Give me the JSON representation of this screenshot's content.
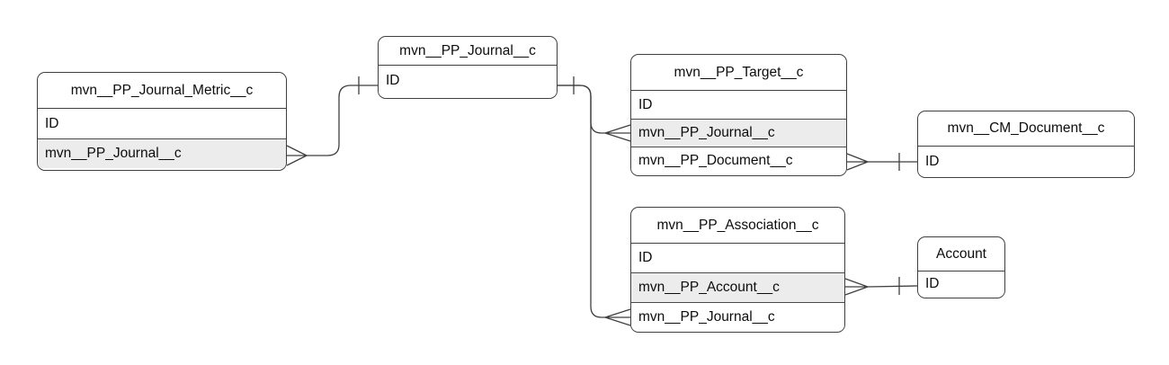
{
  "diagram": {
    "type": "entity-relationship",
    "notation": "crows-foot",
    "colors": {
      "background": "#ffffff",
      "entity_fill": "#ffffff",
      "entity_border": "#3f3f3f",
      "connector_line": "#3f3f3f",
      "row_highlight": "#ececec",
      "text": "#0d0d0d"
    },
    "entities": [
      {
        "name": "mvn__PP_Journal_Metric__c",
        "rows": [
          {
            "label": "ID",
            "highlighted": false
          },
          {
            "label": "mvn__PP_Journal__c",
            "highlighted": true
          }
        ]
      },
      {
        "name": "mvn__PP_Journal__c",
        "rows": [
          {
            "label": "ID",
            "highlighted": false
          }
        ]
      },
      {
        "name": "mvn__PP_Target__c",
        "rows": [
          {
            "label": "ID",
            "highlighted": false
          },
          {
            "label": "mvn__PP_Journal__c",
            "highlighted": true
          },
          {
            "label": "mvn__PP_Document__c",
            "highlighted": false
          }
        ]
      },
      {
        "name": "mvn__CM_Document__c",
        "rows": [
          {
            "label": "ID",
            "highlighted": false
          }
        ]
      },
      {
        "name": "mvn__PP_Association__c",
        "rows": [
          {
            "label": "ID",
            "highlighted": false
          },
          {
            "label": "mvn__PP_Account__c",
            "highlighted": true
          },
          {
            "label": "mvn__PP_Journal__c",
            "highlighted": false
          }
        ]
      },
      {
        "name": "Account",
        "rows": [
          {
            "label": "ID",
            "highlighted": false
          }
        ]
      }
    ],
    "relationships": [
      {
        "from": "mvn__PP_Journal_Metric__c.mvn__PP_Journal__c",
        "from_cardinality": "many",
        "to": "mvn__PP_Journal__c.ID",
        "to_cardinality": "one"
      },
      {
        "from": "mvn__PP_Target__c.mvn__PP_Journal__c",
        "from_cardinality": "many",
        "to": "mvn__PP_Journal__c.ID",
        "to_cardinality": "one"
      },
      {
        "from": "mvn__PP_Association__c.mvn__PP_Journal__c",
        "from_cardinality": "many",
        "to": "mvn__PP_Journal__c.ID",
        "to_cardinality": "one"
      },
      {
        "from": "mvn__PP_Target__c.mvn__PP_Document__c",
        "from_cardinality": "many",
        "to": "mvn__CM_Document__c.ID",
        "to_cardinality": "one"
      },
      {
        "from": "mvn__PP_Association__c.mvn__PP_Account__c",
        "from_cardinality": "many",
        "to": "Account.ID",
        "to_cardinality": "one"
      }
    ]
  }
}
